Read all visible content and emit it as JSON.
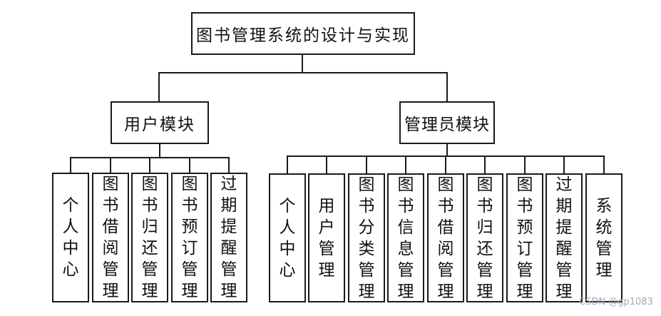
{
  "diagram": {
    "root": {
      "label": "图书管理系统的设计与实现"
    },
    "modules": [
      {
        "label": "用户模块",
        "children": [
          "个人中心",
          "图书借阅管理",
          "图书归还管理",
          "图书预订管理",
          "过期提醒管理"
        ]
      },
      {
        "label": "管理员模块",
        "children": [
          "个人中心",
          "用户管理",
          "图书分类管理",
          "图书信息管理",
          "图书借阅管理",
          "图书归还管理",
          "图书预订管理",
          "过期提醒管理",
          "系统管理"
        ]
      }
    ]
  },
  "watermark": {
    "text": "CSDN @gp1083"
  },
  "colors": {
    "line": "#1a1a1a",
    "background": "#ffffff",
    "box_fill": "#ffffff",
    "watermark": "#a0a8b8"
  }
}
